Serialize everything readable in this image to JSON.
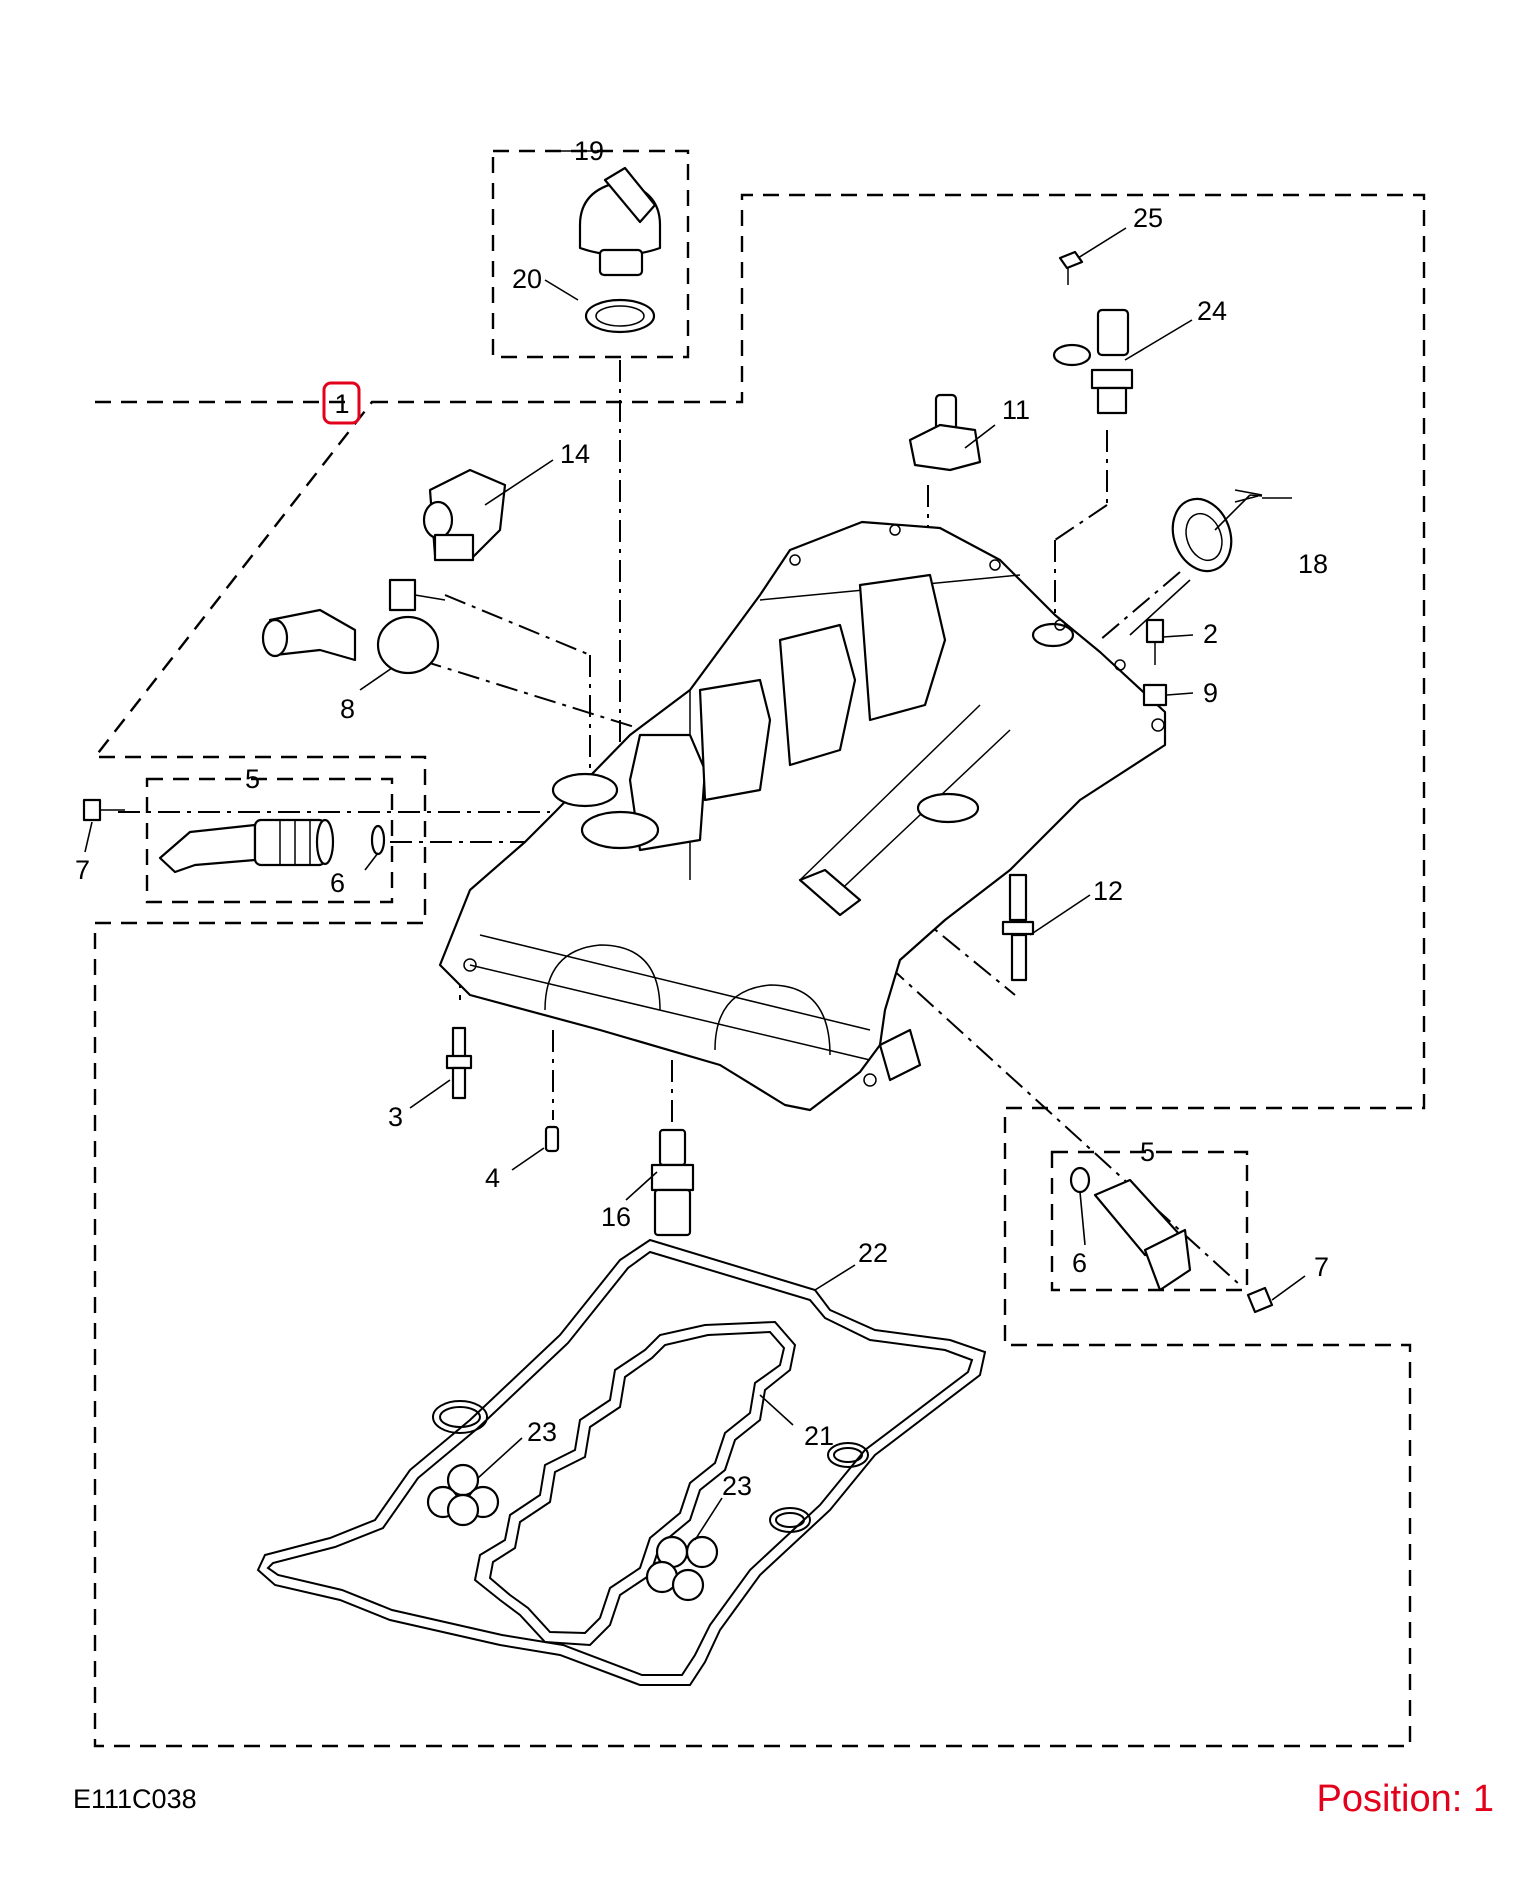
{
  "diagram": {
    "drawing_code": "E111C038",
    "position_text": "Position: 1",
    "accent_color": "#e3001b",
    "highlighted_callout": "1",
    "callouts": [
      {
        "id": "c1",
        "label": "1"
      },
      {
        "id": "c2",
        "label": "2"
      },
      {
        "id": "c3",
        "label": "3"
      },
      {
        "id": "c4",
        "label": "4"
      },
      {
        "id": "c5a",
        "label": "5"
      },
      {
        "id": "c5b",
        "label": "5"
      },
      {
        "id": "c6a",
        "label": "6"
      },
      {
        "id": "c6b",
        "label": "6"
      },
      {
        "id": "c7a",
        "label": "7"
      },
      {
        "id": "c7b",
        "label": "7"
      },
      {
        "id": "c8",
        "label": "8"
      },
      {
        "id": "c9",
        "label": "9"
      },
      {
        "id": "c11",
        "label": "11"
      },
      {
        "id": "c12",
        "label": "12"
      },
      {
        "id": "c14",
        "label": "14"
      },
      {
        "id": "c16",
        "label": "16"
      },
      {
        "id": "c18",
        "label": "18"
      },
      {
        "id": "c19",
        "label": "19"
      },
      {
        "id": "c20",
        "label": "20"
      },
      {
        "id": "c21",
        "label": "21"
      },
      {
        "id": "c22",
        "label": "22"
      },
      {
        "id": "c23a",
        "label": "23"
      },
      {
        "id": "c23b",
        "label": "23"
      },
      {
        "id": "c24",
        "label": "24"
      },
      {
        "id": "c25",
        "label": "25"
      }
    ]
  }
}
